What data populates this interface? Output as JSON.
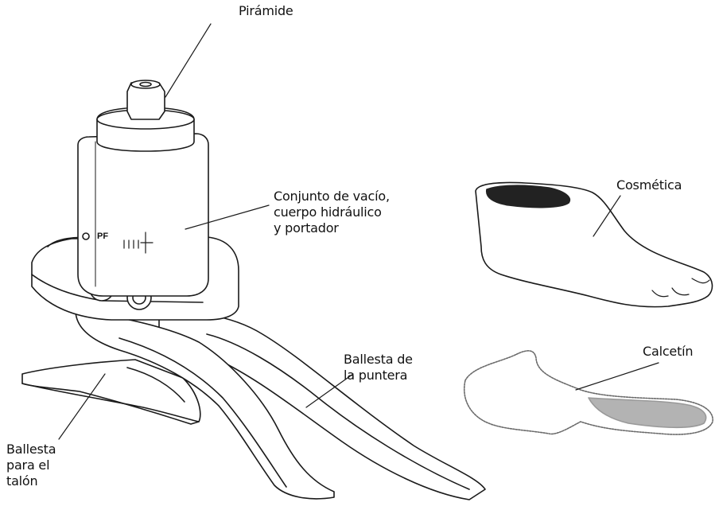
{
  "labels": {
    "piramide": "Pirámide",
    "conjunto": "Conjunto de vacío,\ncuerpo hidráulico\ny portador",
    "cosmetica": "Cosmética",
    "ballesta_puntera": "Ballesta de\nla puntera",
    "calcetin": "Calcetín",
    "ballesta_talon": "Ballesta\npara el\ntalón"
  },
  "markings": {
    "pf": "PF"
  },
  "colors": {
    "line": "#1a1a1a",
    "fill": "#ffffff",
    "sock_shade": "#9a9a9a",
    "cosmetic_opening": "#222222"
  }
}
